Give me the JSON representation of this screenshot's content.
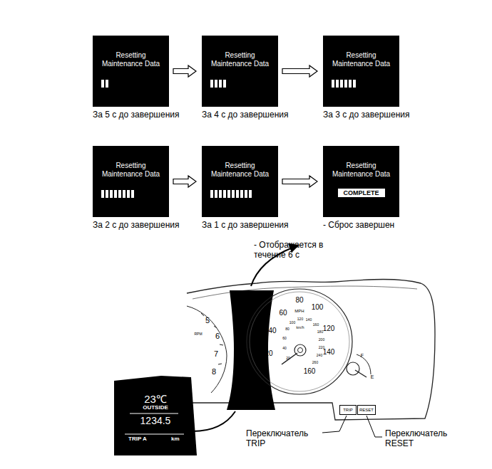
{
  "diagram": {
    "nodes": [
      {
        "text": [
          "Resetting Maintenance Data",
          "За 5 с до завершения"
        ]
      },
      {
        "text": [
          "Resetting Maintenance Data",
          "За 4 с до завершения"
        ]
      },
      {
        "text": [
          "Resetting Maintenance Data",
          "За 3 с до завершения"
        ]
      },
      {
        "text": [
          "Resetting Maintenance Data",
          "За 2 с до завершения"
        ]
      },
      {
        "text": [
          "Resetting Maintenance Data",
          "За 1 с до завершения"
        ]
      },
      {
        "text": [
          "Resetting Maintenance Data",
          "COMPLETE",
          "- Сброс завершен"
        ]
      },
      {
        "text": [
          "TRIP"
        ]
      },
      {
        "text": [
          "RESET"
        ]
      },
      {
        "text": [
          "23℃",
          "OUTSIDE",
          "1234.5",
          "TRIP A",
          "km"
        ]
      }
    ],
    "edges": [
      {
        "from": 0,
        "to": 1,
        "arrow": "to"
      },
      {
        "from": 1,
        "to": 2,
        "arrow": "to"
      },
      {
        "from": 3,
        "to": 4,
        "arrow": "to"
      },
      {
        "from": 4,
        "to": 5,
        "arrow": "to"
      }
    ],
    "labels": [
      "- Отображается в течение 6 с",
      "Переключатель TRIP",
      "Переключатель RESET",
      "20",
      "40",
      "60",
      "80",
      "100",
      "120",
      "140",
      "160",
      "MPH",
      "20",
      "40",
      "60",
      "80",
      "100",
      "120",
      "140",
      "160",
      "180",
      "200",
      "220",
      "240",
      "260",
      "km/h",
      "5",
      "6",
      "7",
      "8",
      "RPM",
      "F",
      "E"
    ]
  }
}
